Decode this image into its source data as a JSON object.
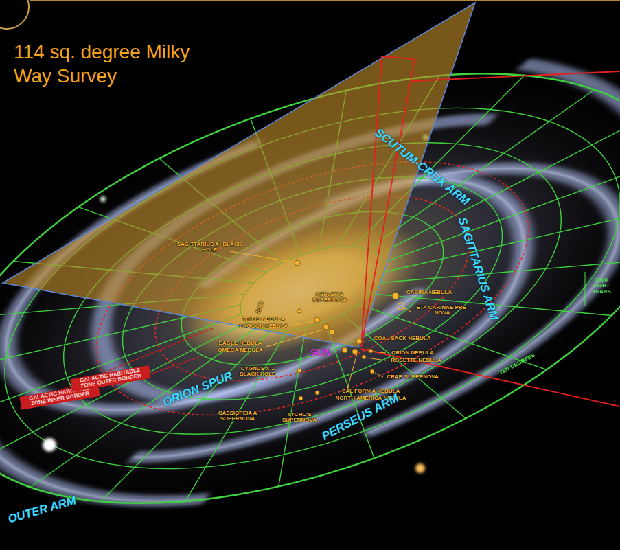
{
  "diagram": {
    "title": "114 sq. degree Milky Way Survey",
    "labels": [
      "SAGITTARIUS A* BLACK HOLE",
      "KEPLER'S SUPERNOVA",
      "CARINA NEBULA",
      "ETA CARINAE PRE-NOVA",
      "TRIFID NEBULA",
      "LAGOON NEBULA",
      "EAGLE NEBULA",
      "OMEGA NEBULA",
      "COAL SACK NEBULA",
      "SUN",
      "ORION NEBULA",
      "ROSETTE NEBULA",
      "CYGNUS X-1 BLACK HOLE",
      "CRAB SUPERNOVA",
      "CALIFORNIA NEBULA",
      "NORTH AMERICA NEBULA",
      "CASSIOPEIA A SUPERNOVA",
      "TYCHO'S SUPERNOVA",
      "GALACTIC HABITABLE ZONE INNER BORDER",
      "GALACTIC HABITABLE ZONE OUTER BORDER",
      "SCUTUM-CRUX ARM",
      "SAGITTARIUS ARM",
      "BAR",
      "ORION SPUR",
      "PERSEUS ARM",
      "OUTER ARM",
      "5000 LIGHT YEARS",
      "TEN DEGREES"
    ]
  }
}
